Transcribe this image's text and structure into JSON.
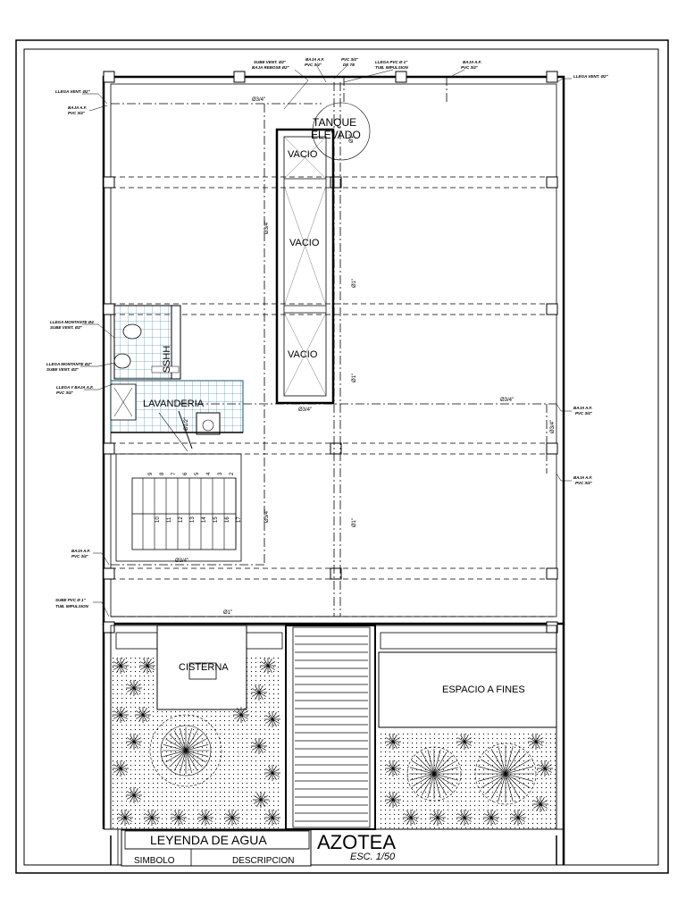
{
  "rooms": {
    "tanque_line1": "TANQUE",
    "tanque_line2": "ELEVADO",
    "vacio_1": "VACIO",
    "vacio_2": "VACIO",
    "vacio_3": "VACIO",
    "sshh": "SSHH",
    "lavanderia": "LAVANDERIA",
    "cisterna": "CISTERNA",
    "espacio": "ESPACIO  A FINES"
  },
  "notes": {
    "top_1a": "SUBE VENT. Ø2\"",
    "top_1b": "BAJA REBOSE Ø2\"",
    "top_2a": "BAJA A.F.",
    "top_2b": "PVC 3/4\"",
    "top_3a": "PVC 3/4\"",
    "top_3b": "DE TE",
    "top_4a": "LLEGA PVC Ø 1\"",
    "top_4b": "TUB. IMPULSION",
    "top_5a": "BAJA A.F.",
    "top_5b": "PVC 3/4\"",
    "top_right": "LLEGA VENT. Ø2\"",
    "left_1a": "LLEGA VENT. Ø2\"",
    "left_2a": "BAJA A.F.",
    "left_2b": "PVC 3/4\"",
    "left_3a": "LLEGA MONTANTE Ø4",
    "left_3b": "SUBE VENT. Ø2\"",
    "left_4a": "LLEGA MONTANTE Ø2\"",
    "left_4b": "SUBE VENT. Ø2\"",
    "left_5a": "LLEGA Y BAJA A.F.",
    "left_5b": "PVC 3/4\"",
    "left_6a": "BAJA A.F.",
    "left_6b": "PVC 3/4\"",
    "left_7a": "SUBE PVC Ø 1\"",
    "left_7b": "TUB. IMPULSION",
    "right_1a": "BAJA A.F.",
    "right_1b": "PVC 3/4\"",
    "right_2a": "BAJA A.F.",
    "right_2b": "PVC 3/4\""
  },
  "dims": {
    "d_top": "Ø3/4\"",
    "d_vert_left": "Ø3/4\"",
    "d_vert_mid1": "Ø1\"",
    "d_vert_mid2": "Ø1\"",
    "d_vert_mid3": "Ø1\"",
    "d_mid": "Ø3/4\"",
    "d_right": "Ø3/4\"",
    "d_right_v": "Ø3/4\"",
    "d_lav": "Ø1/2\"",
    "d_stair": "Ø3/4\"",
    "d_low_v": "Ø3/4\"",
    "d_low_mid": "Ø1\"",
    "d_bottom": "Ø1\"",
    "d_tank": "Ø1\""
  },
  "stairs": {
    "top_steps": [
      "9",
      "8",
      "7",
      "6",
      "5",
      "4",
      "3",
      "2"
    ],
    "bottom_steps": [
      "10",
      "11",
      "12",
      "13",
      "14",
      "15",
      "16",
      "17"
    ]
  },
  "title": {
    "legend": "LEYENDA DE AGUA",
    "simbolo": "SIMBOLO",
    "descripcion": "DESCRIPCION",
    "sheet": "AZOTEA",
    "scale": "ESC. 1/50"
  }
}
